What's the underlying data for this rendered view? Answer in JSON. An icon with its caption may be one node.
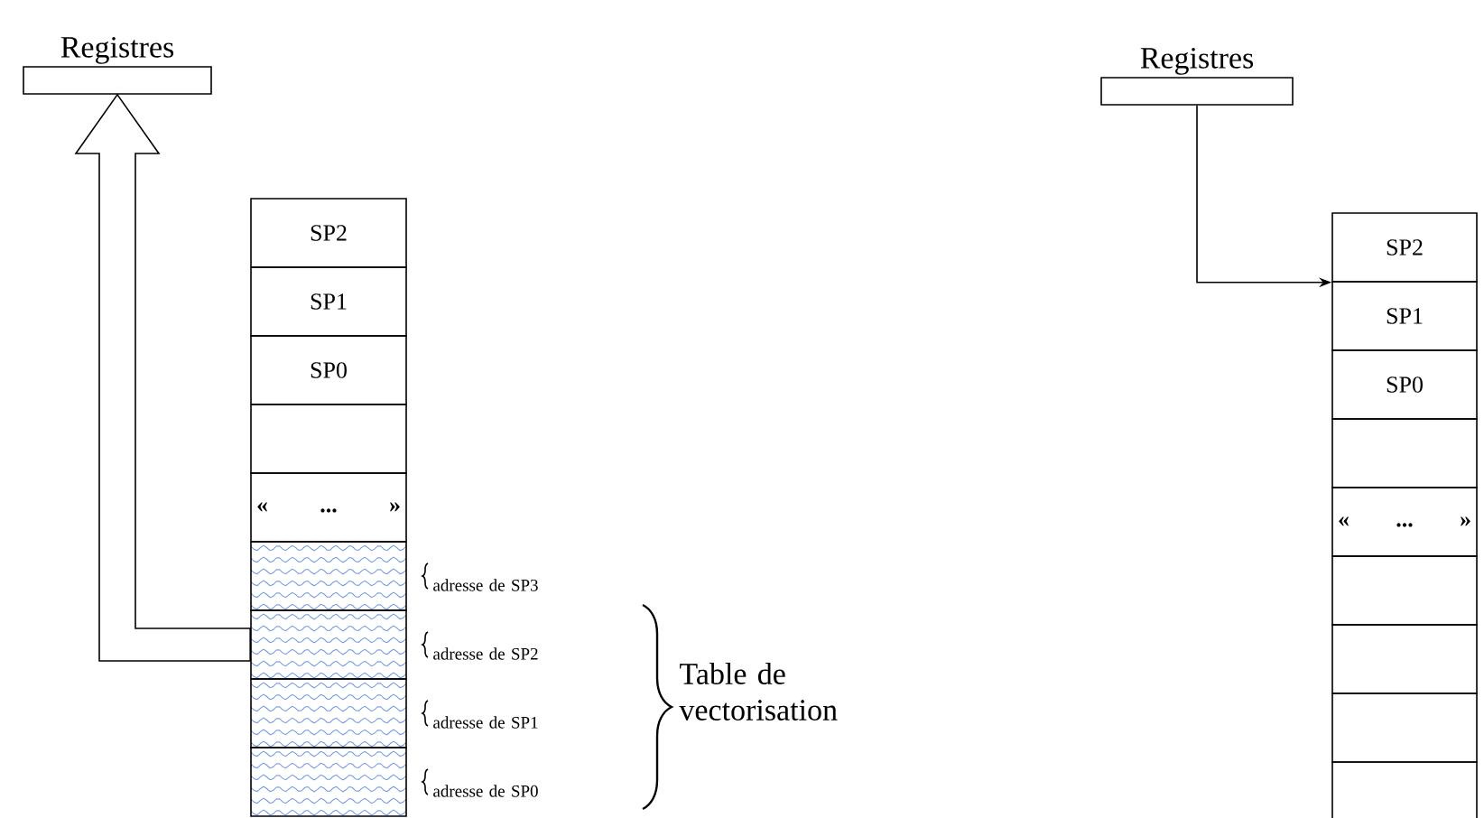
{
  "diagram": {
    "nodes": [
      {
        "text": [
          "Registres"
        ]
      },
      {
        "text": [
          "SP2"
        ]
      },
      {
        "text": [
          "SP1"
        ]
      },
      {
        "text": [
          "SP0"
        ]
      },
      {
        "text": [],
        "shape": "box"
      },
      {
        "text": [
          "«",
          "...",
          "»"
        ]
      },
      {
        "text": [],
        "shape": "box",
        "beside": [
          "adresse de SP3"
        ]
      },
      {
        "text": [],
        "shape": "box",
        "beside": [
          "adresse de SP2"
        ]
      },
      {
        "text": [],
        "shape": "box",
        "beside": [
          "adresse de SP1"
        ]
      },
      {
        "text": [],
        "shape": "box",
        "beside": [
          "adresse de SP0"
        ]
      },
      {
        "text": [
          "Registres"
        ]
      },
      {
        "text": [
          "SP2"
        ]
      },
      {
        "text": [
          "SP1"
        ]
      },
      {
        "text": [
          "SP0"
        ]
      },
      {
        "text": [],
        "shape": "box"
      },
      {
        "text": [
          "«",
          "...",
          "»"
        ]
      },
      {
        "text": [],
        "shape": "box"
      },
      {
        "text": [],
        "shape": "box"
      },
      {
        "text": [],
        "shape": "box"
      },
      {
        "text": [],
        "shape": "box"
      }
    ],
    "edges": [
      {
        "from": 7,
        "to": 0,
        "arrow": "to",
        "style": "thick"
      },
      {
        "from": 10,
        "to": 11,
        "arrow": "to"
      }
    ],
    "labels": [
      "Table de vectorisation"
    ]
  }
}
